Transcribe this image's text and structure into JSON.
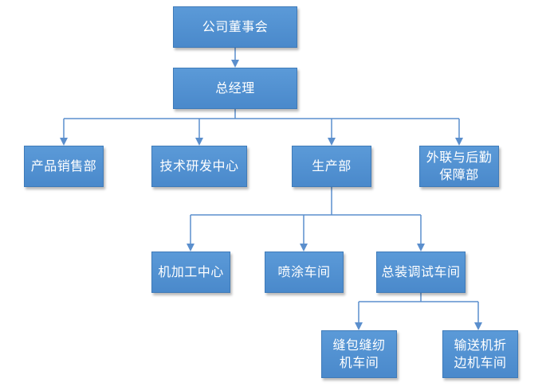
{
  "org_chart": {
    "nodes": {
      "board": "公司董事会",
      "general_manager": "总经理",
      "sales": "产品销售部",
      "rd_center": "技术研发中心",
      "production": "生产部",
      "logistics": "外联与后勤\n保障部",
      "machining_center": "机加工中心",
      "spray_workshop": "喷涂车间",
      "assembly_workshop": "总装调试车间",
      "sewing_workshop": "缝包缝纫\n机车间",
      "conveyor_workshop": "输送机折\n边机车间"
    },
    "edges": [
      [
        "board",
        "general_manager"
      ],
      [
        "general_manager",
        "sales"
      ],
      [
        "general_manager",
        "rd_center"
      ],
      [
        "general_manager",
        "production"
      ],
      [
        "general_manager",
        "logistics"
      ],
      [
        "production",
        "machining_center"
      ],
      [
        "production",
        "spray_workshop"
      ],
      [
        "production",
        "assembly_workshop"
      ],
      [
        "assembly_workshop",
        "sewing_workshop"
      ],
      [
        "assembly_workshop",
        "conveyor_workshop"
      ]
    ]
  },
  "colors": {
    "box_fill": "#4f8fcf",
    "box_border": "#3f7bb9",
    "connector": "#5b8fcd",
    "text": "#ffffff"
  }
}
